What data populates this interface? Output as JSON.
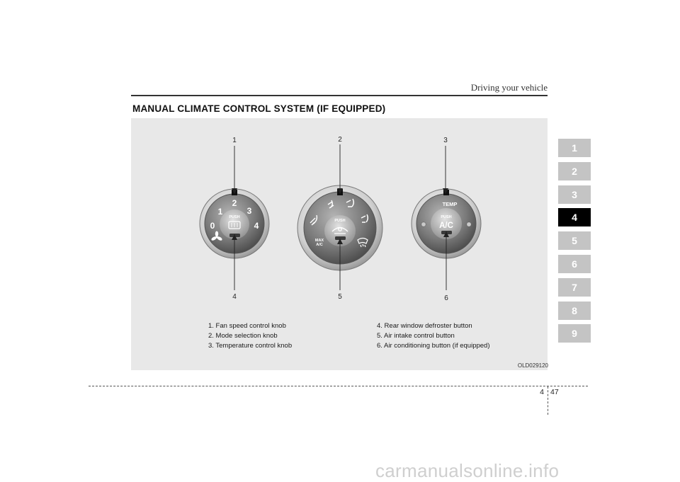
{
  "header": {
    "running_head": "Driving your vehicle"
  },
  "section": {
    "title": "MANUAL CLIMATE CONTROL SYSTEM (IF EQUIPPED)"
  },
  "figure": {
    "callouts": {
      "top": [
        "1",
        "2",
        "3"
      ],
      "bottom": [
        "4",
        "5",
        "6"
      ]
    },
    "knob1": {
      "speeds": [
        "0",
        "1",
        "2",
        "3",
        "4"
      ],
      "push_label": "PUSH",
      "fan_icon": "fan-icon",
      "button_icon": "rear-defroster-icon"
    },
    "knob2": {
      "push_label": "PUSH",
      "max_ac_line1": "MAX",
      "max_ac_line2": "A/C",
      "mode_icons": [
        "face-vent-icon",
        "bi-level-icon",
        "floor-icon",
        "floor-defrost-icon",
        "defrost-icon"
      ],
      "button_icon": "air-recirculation-icon"
    },
    "knob3": {
      "temp_label": "TEMP",
      "push_label": "PUSH",
      "ac_label": "A/C"
    },
    "legend": {
      "left": [
        "1. Fan speed control knob",
        "2. Mode selection knob",
        "3. Temperature control knob"
      ],
      "right": [
        "4. Rear window defroster button",
        "5. Air intake control button",
        "6. Air conditioning button (if equipped)"
      ]
    },
    "code": "OLD029120"
  },
  "chapter_tabs": {
    "items": [
      "1",
      "2",
      "3",
      "4",
      "5",
      "6",
      "7",
      "8",
      "9"
    ],
    "active": "4"
  },
  "footer": {
    "chapter": "4",
    "page": "47"
  },
  "watermark": "carmanualsonline.info"
}
